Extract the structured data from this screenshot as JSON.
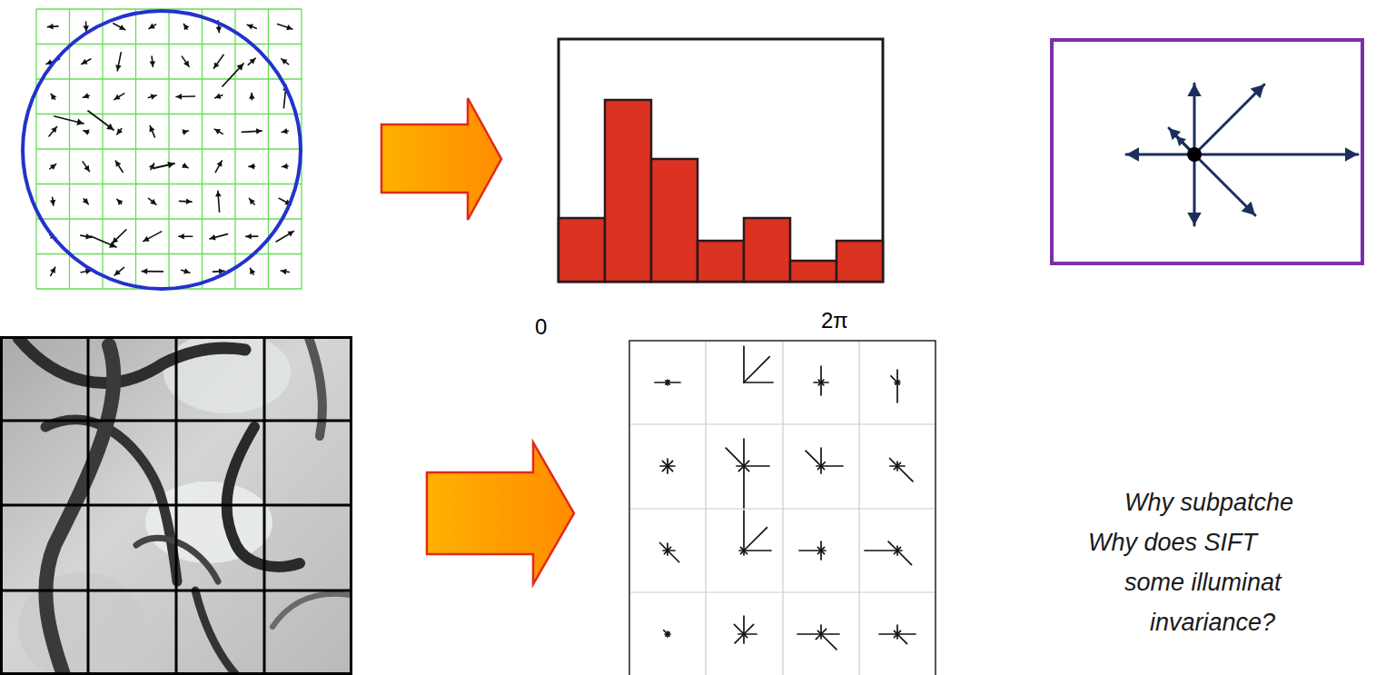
{
  "diagram": {
    "labels": [
      "0",
      "2π",
      "Why subpatche",
      "Why does SIFT",
      "some illuminat",
      "invariance?"
    ]
  }
}
